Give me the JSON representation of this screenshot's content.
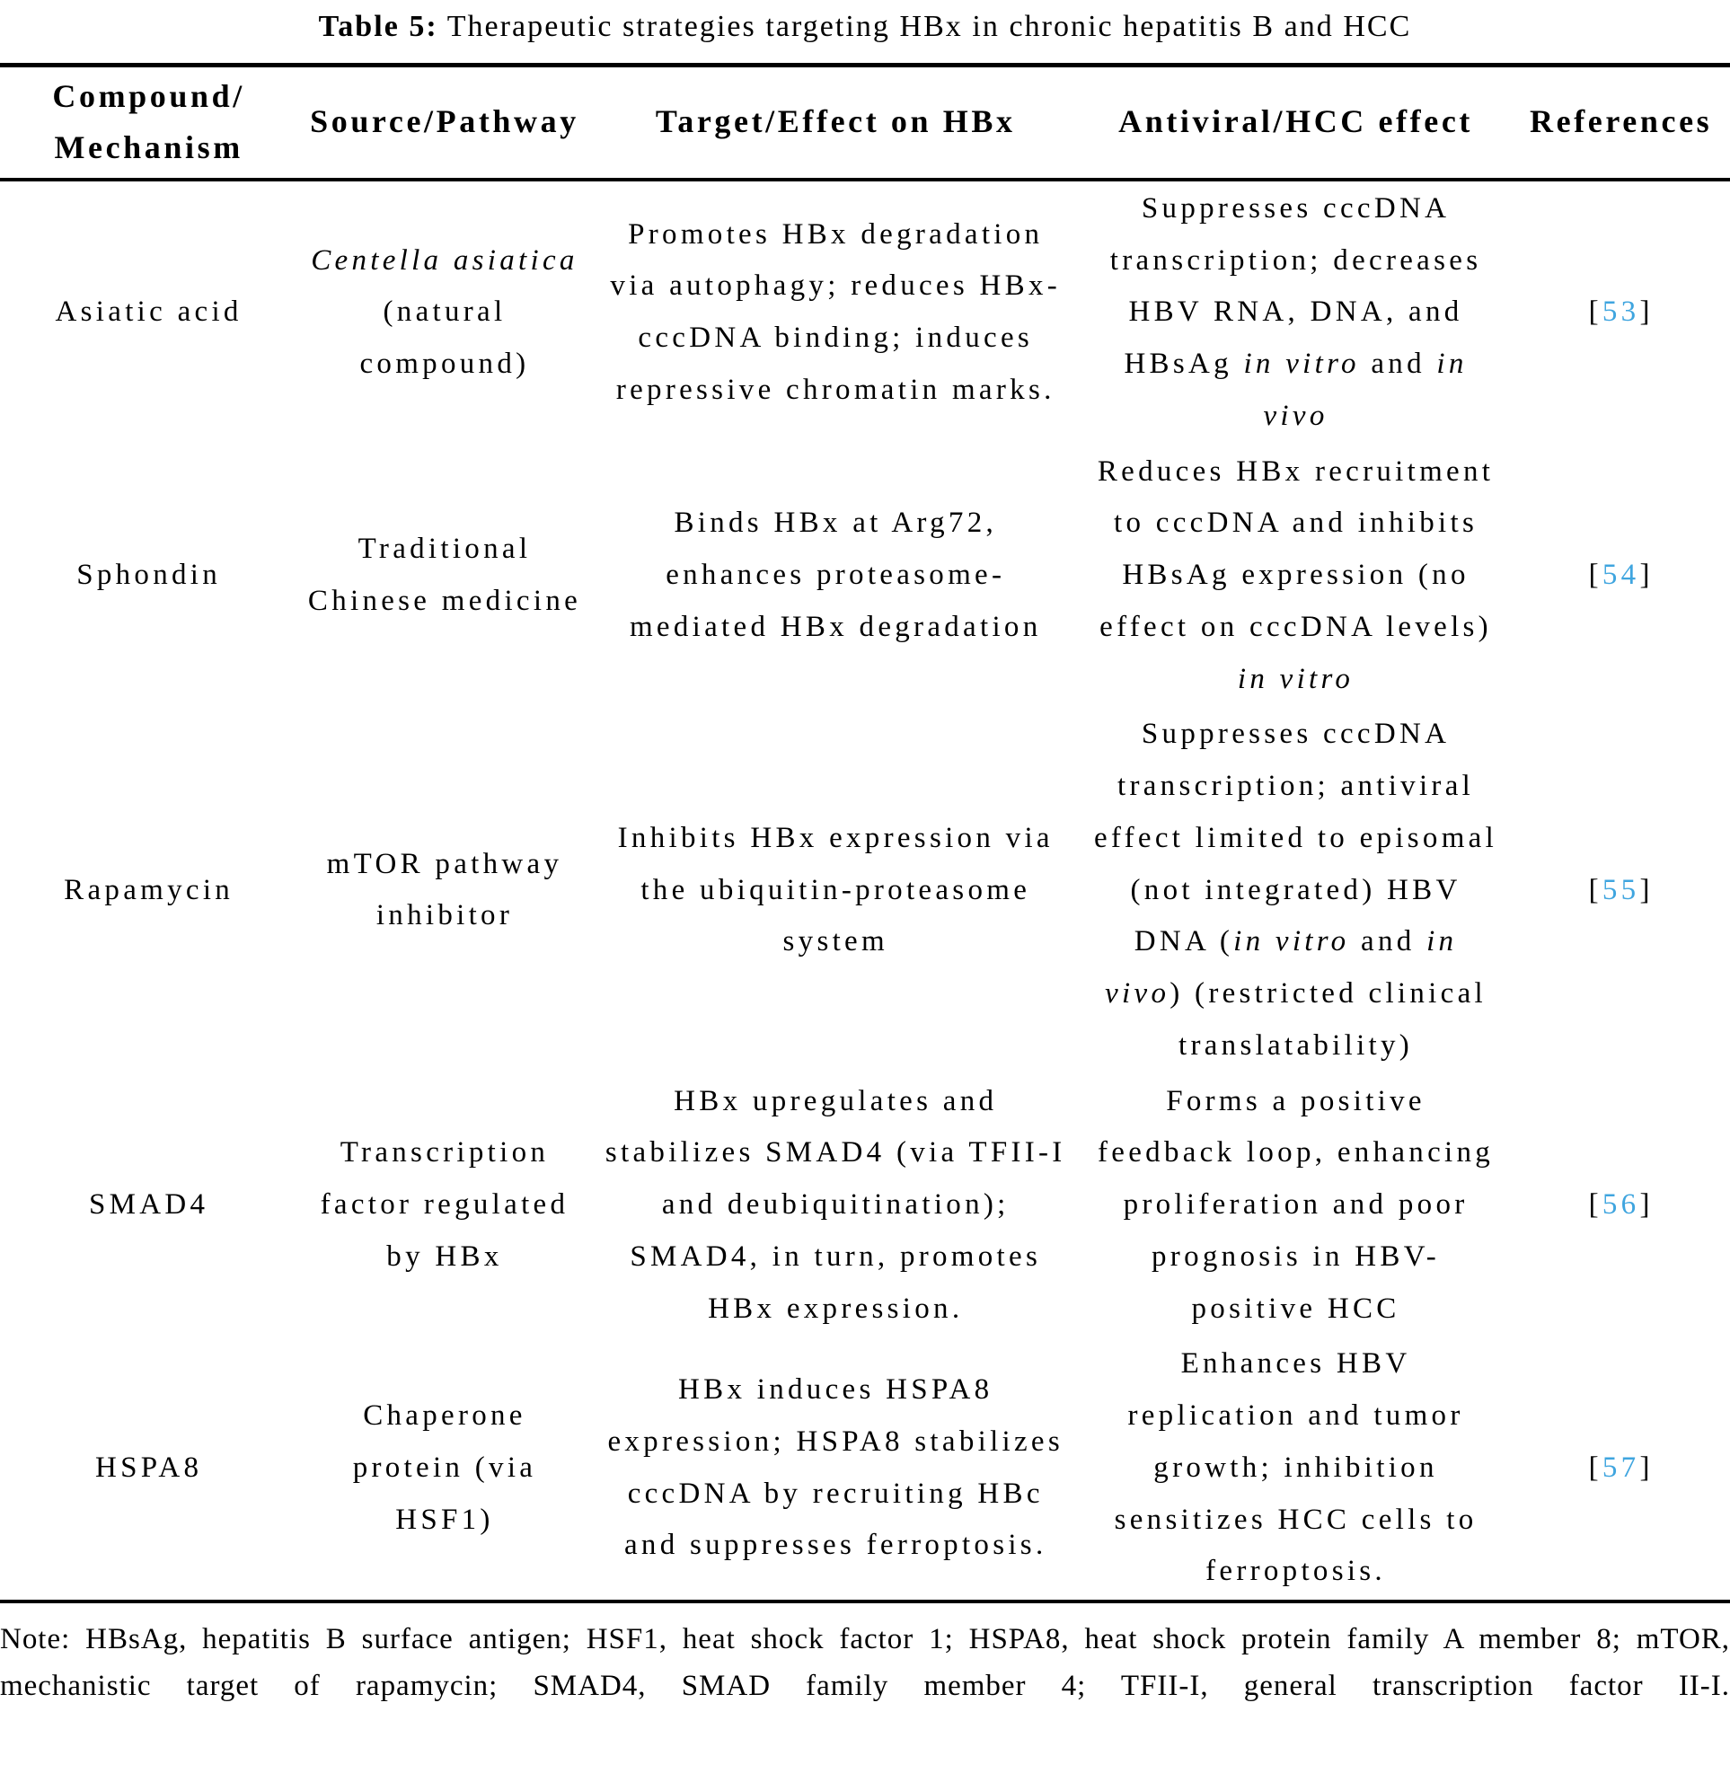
{
  "accent_color": "#3fa5df",
  "caption": {
    "label": "Table 5:",
    "text": " Therapeutic strategies targeting HBx in chronic hepatitis B and HCC"
  },
  "table": {
    "headers": {
      "compound": [
        {
          "t": "Compound/"
        },
        {
          "br": true
        },
        {
          "t": "Mechanism"
        }
      ],
      "source": "Source/Pathway",
      "target": "Target/Effect on HBx",
      "effect": "Antiviral/HCC effect",
      "references": "References"
    },
    "rows": [
      {
        "compound": "Asiatic acid",
        "source": [
          {
            "t": "Centella asiatica",
            "i": true
          },
          {
            "t": " (natural compound)"
          }
        ],
        "target": "Promotes HBx degradation via autophagy; reduces HBx-cccDNA binding; induces repressive chromatin marks.",
        "effect": [
          {
            "t": "Suppresses cccDNA transcription; decreases HBV RNA, DNA, and HBsAg "
          },
          {
            "t": "in vitro",
            "i": true
          },
          {
            "t": " and "
          },
          {
            "t": "in vivo",
            "i": true
          }
        ],
        "reference": [
          {
            "t": "["
          },
          {
            "t": "53",
            "c": true
          },
          {
            "t": "]"
          }
        ]
      },
      {
        "compound": "Sphondin",
        "source": "Traditional Chinese medicine",
        "target": "Binds HBx at Arg72, enhances proteasome-mediated HBx degradation",
        "effect": [
          {
            "t": "Reduces HBx recruitment to cccDNA and inhibits HBsAg expression (no effect on cccDNA levels) "
          },
          {
            "t": "in vitro",
            "i": true
          }
        ],
        "reference": [
          {
            "t": "["
          },
          {
            "t": "54",
            "c": true
          },
          {
            "t": "]"
          }
        ]
      },
      {
        "compound": "Rapamycin",
        "source": "mTOR pathway inhibitor",
        "target": "Inhibits HBx expression via the ubiquitin-proteasome system",
        "effect": [
          {
            "t": "Suppresses cccDNA transcription; antiviral effect limited to episomal (not integrated) HBV DNA ("
          },
          {
            "t": "in vitro",
            "i": true
          },
          {
            "t": " and "
          },
          {
            "t": "in vivo",
            "i": true
          },
          {
            "t": ") (restricted clinical translatability)"
          }
        ],
        "reference": [
          {
            "t": "["
          },
          {
            "t": "55",
            "c": true
          },
          {
            "t": "]"
          }
        ]
      },
      {
        "compound": "SMAD4",
        "source": "Transcription factor regulated by HBx",
        "target": "HBx upregulates and stabilizes SMAD4 (via TFII-I and deubiquitination); SMAD4, in turn, promotes HBx expression.",
        "effect": "Forms a positive feedback loop, enhancing proliferation and poor prognosis in HBV-positive HCC",
        "reference": [
          {
            "t": "["
          },
          {
            "t": "56",
            "c": true
          },
          {
            "t": "]"
          }
        ]
      },
      {
        "compound": "HSPA8",
        "source": "Chaperone protein (via HSF1)",
        "target": "HBx induces HSPA8 expression; HSPA8 stabilizes cccDNA by recruiting HBc and suppresses ferroptosis.",
        "effect": "Enhances HBV replication and tumor growth; inhibition sensitizes HCC cells to ferroptosis.",
        "reference": [
          {
            "t": "["
          },
          {
            "t": "57",
            "c": true
          },
          {
            "t": "]"
          }
        ]
      }
    ]
  },
  "note": "Note: HBsAg, hepatitis B surface antigen; HSF1, heat shock factor 1; HSPA8, heat shock protein family A member 8; mTOR, mechanistic target of rapamycin; SMAD4, SMAD family member 4; TFII-I, general transcription factor II-I."
}
